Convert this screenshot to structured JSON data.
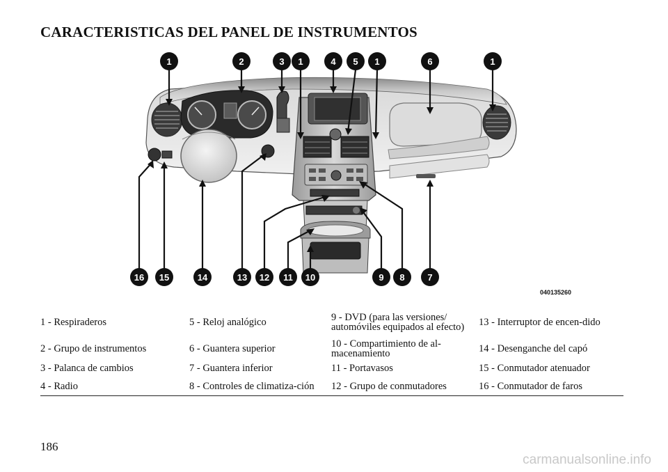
{
  "title": "CARACTERISTICAS DEL PANEL DE INSTRUMENTOS",
  "callouts_top": [
    "1",
    "2",
    "3",
    "1",
    "4",
    "5",
    "1",
    "6",
    "1"
  ],
  "callouts_bottom": [
    "16",
    "15",
    "14",
    "13",
    "12",
    "11",
    "10",
    "9",
    "8",
    "7"
  ],
  "figure_code": "040135260",
  "legend": [
    [
      "1 - Respiraderos",
      "5 - Reloj analógico",
      "9 - DVD (para las versiones/ automóviles equipados al efecto)",
      "13 - Interruptor de encen-dido"
    ],
    [
      "2 - Grupo de instrumentos",
      "6 - Guantera superior",
      "10 - Compartimiento de al-macenamiento",
      "14 - Desenganche del capó"
    ],
    [
      "3 - Palanca de cambios",
      "7 - Guantera inferior",
      "11 - Portavasos",
      "15 - Conmutador atenuador"
    ],
    [
      "4 - Radio",
      "8 - Controles de climatiza-ción",
      "12 - Grupo de conmutadores",
      "16 - Conmutador de faros"
    ]
  ],
  "page_number": "186",
  "watermark": "carmanualsonline.info"
}
